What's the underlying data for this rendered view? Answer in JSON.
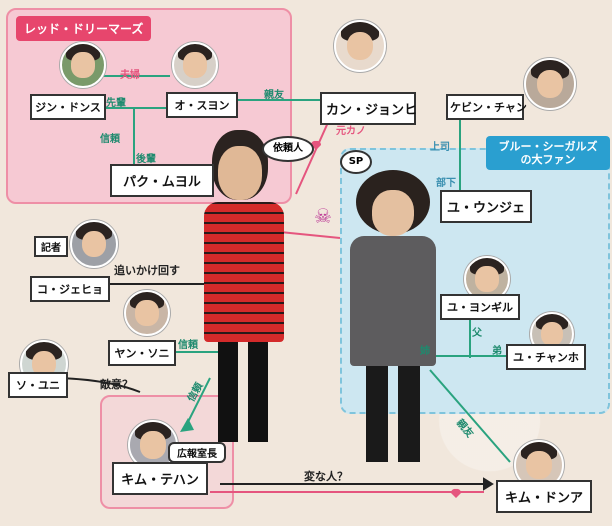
{
  "groups": {
    "red": "レッド・ドリーマーズ",
    "blue": "ブルー・シーガルズの大ファン"
  },
  "people": {
    "jin": "ジン・ドンス",
    "oh": "オ・スヨン",
    "kang": "カン・ジョンヒ",
    "park": "パク・ムヨル",
    "kevin": "ケビン・チャン",
    "yuuj": "ユ・ウンジェ",
    "ko": "コ・ジェヒョ",
    "yan": "ヤン・ソニ",
    "yuyong": "ユ・ヨンギル",
    "so": "ソ・ユニ",
    "yuch": "ユ・チャンホ",
    "kimt": "キム・テハン",
    "kimd": "キム・ドンア"
  },
  "badges": {
    "kisha": "記者",
    "client": "依頼人",
    "sp": "SP",
    "pr": "広報室長"
  },
  "relations": {
    "fufu": "夫婦",
    "senpai": "先輩",
    "shinyu1": "親友",
    "shinrai1": "信頼",
    "kohai": "後輩",
    "motokano": "元カノ",
    "joshi": "上司",
    "buka": "部下",
    "oikake": "追いかけ回す",
    "shinrai2": "信頼",
    "shinrai3": "信頼",
    "tekii": "敵意？",
    "chichi": "父",
    "ane": "姉",
    "otouto": "弟",
    "shinyu2": "親友",
    "hen": "変な人？"
  },
  "colors": {
    "pink_zone": "#f6c9d3",
    "pink_border": "#ee8fa6",
    "blue_zone": "#cde7f1",
    "green_line": "#2aa37f",
    "pink_line": "#e5557e"
  }
}
